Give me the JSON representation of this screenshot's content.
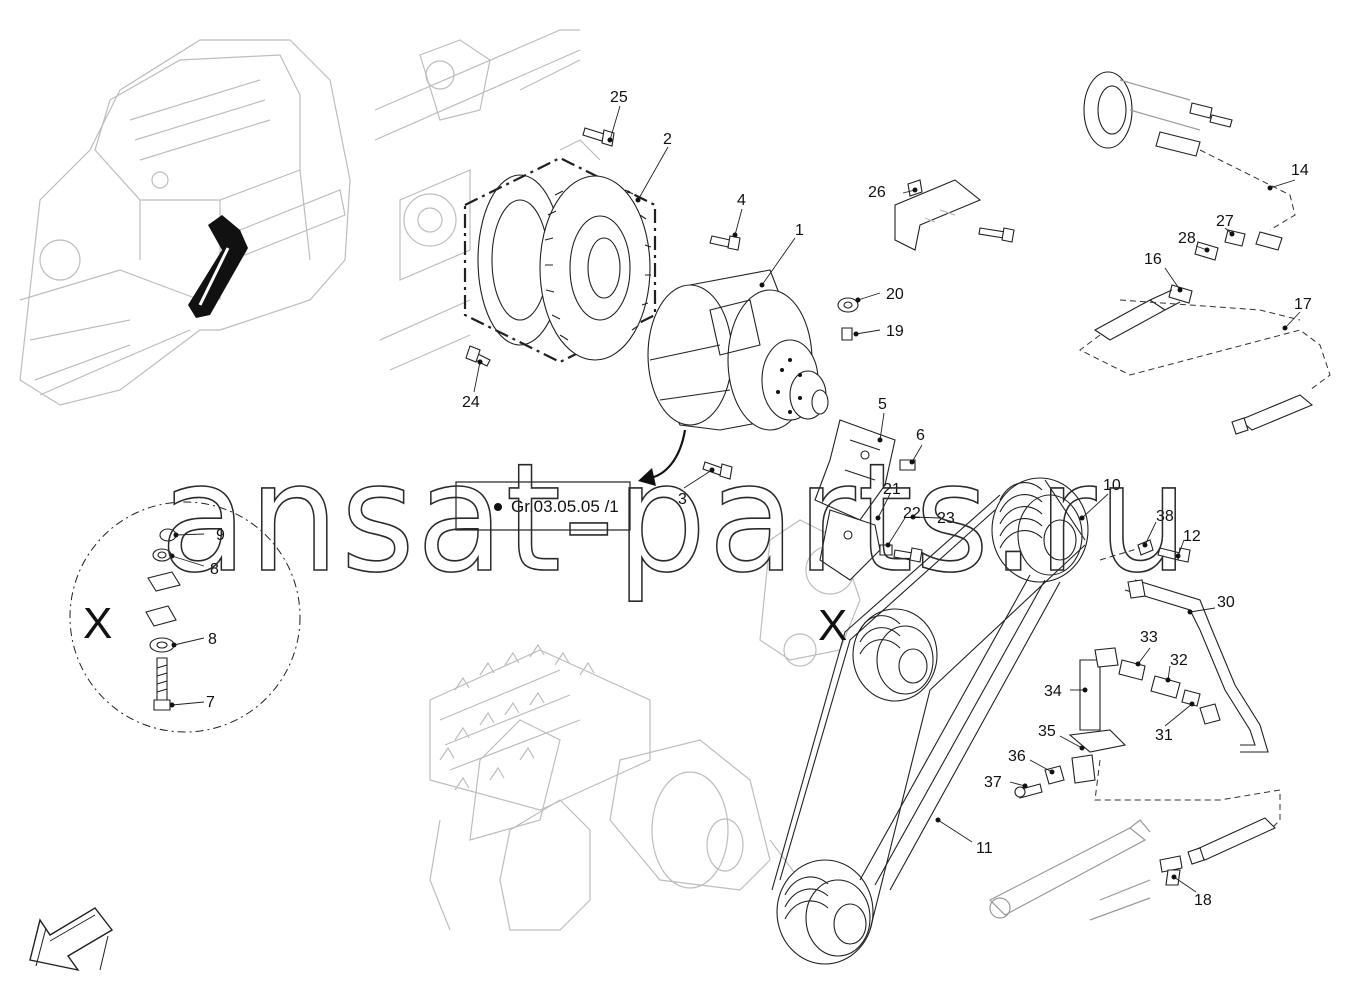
{
  "watermark": "ansat-parts.ru",
  "reference_box": "Gr.03.05.05 /1",
  "detail_marker": "X",
  "callouts": {
    "c1": "1",
    "c2": "2",
    "c3": "3",
    "c4": "4",
    "c5": "5",
    "c6": "6",
    "c7": "7",
    "c8a": "8",
    "c8b": "8",
    "c9": "9",
    "c10": "10",
    "c11": "11",
    "c12": "12",
    "c14": "14",
    "c16": "16",
    "c17": "17",
    "c18": "18",
    "c19": "19",
    "c20": "20",
    "c21": "21",
    "c22": "22",
    "c23": "23",
    "c24": "24",
    "c25": "25",
    "c26": "26",
    "c27": "27",
    "c28": "28",
    "c30": "30",
    "c31": "31",
    "c32": "32",
    "c33": "33",
    "c34": "34",
    "c35": "35",
    "c36": "36",
    "c37": "37",
    "c38": "38"
  },
  "colors": {
    "line": "#202020",
    "faint": "#bdbdbd",
    "background": "#ffffff"
  }
}
